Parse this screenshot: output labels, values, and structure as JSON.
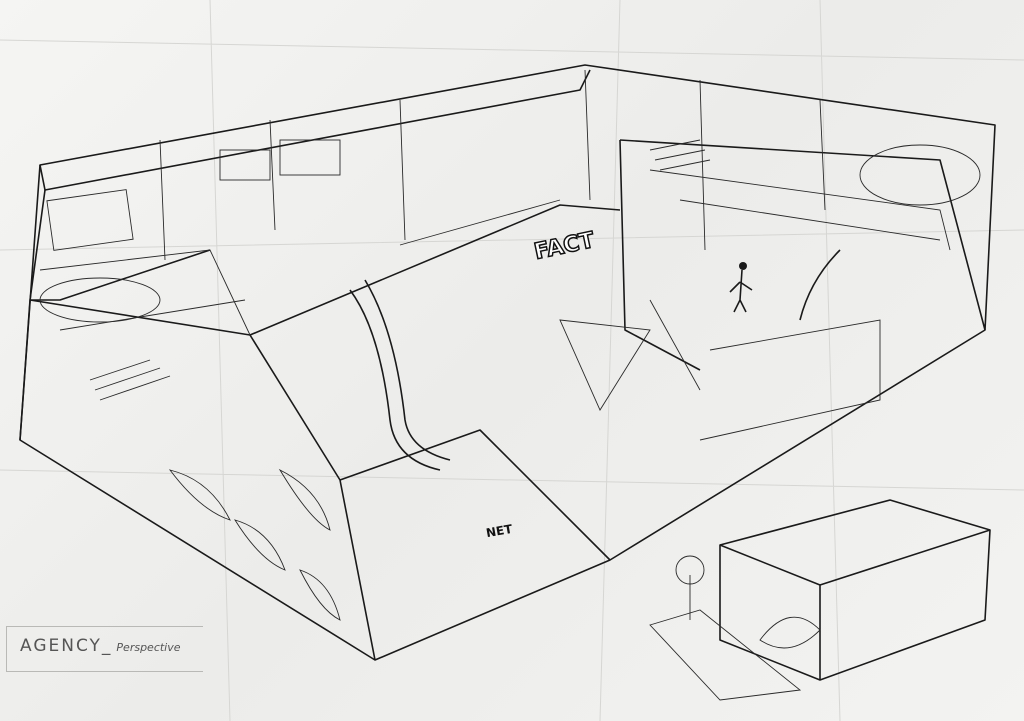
{
  "drawing": {
    "title_main": "AGENCY_",
    "title_sub": "Perspective",
    "sign_fact": "FACT",
    "sign_net": "NET",
    "ink_color": "#1a1a1a",
    "paper_color": "#f2f2f0"
  }
}
